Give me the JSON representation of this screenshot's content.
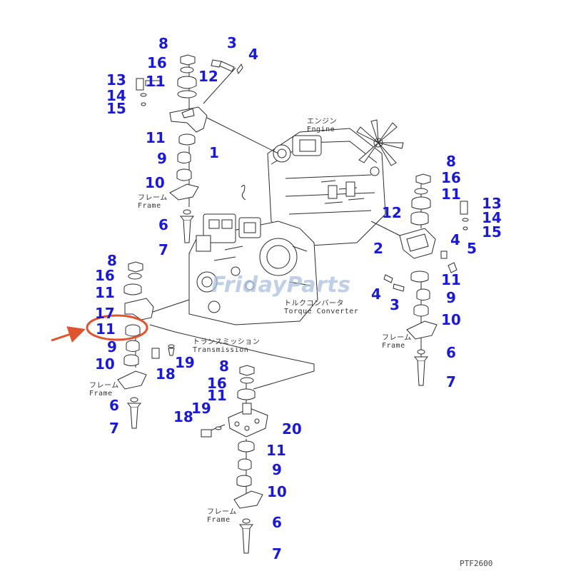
{
  "watermark": "FridayParts",
  "drawing_ref": "PTF2600",
  "colors": {
    "callout": "#1a1ad6",
    "highlight": "#e0532d",
    "linework": "#2b2b2b",
    "watermark": "#a9bfe0"
  },
  "labels": {
    "engine_jp": "エンジン",
    "engine_en": "Engine",
    "torque_jp": "トルクコンバータ",
    "torque_en": "Torque Converter",
    "trans_jp": "トランスミッション",
    "trans_en": "Transmission",
    "frame_jp": "フレーム",
    "frame_en": "Frame"
  },
  "callouts": {
    "tl_8": "8",
    "tl_16": "16",
    "tl_13": "13",
    "tl_11a": "11",
    "tl_12": "12",
    "tl_14": "14",
    "tl_15": "15",
    "tl_3": "3",
    "tl_4": "4",
    "tl_11b": "11",
    "tl_1": "1",
    "tl_9": "9",
    "tl_10": "10",
    "tl_6": "6",
    "tl_7": "7",
    "tr_8": "8",
    "tr_16": "16",
    "tr_11a": "11",
    "tr_13": "13",
    "tr_12": "12",
    "tr_14": "14",
    "tr_15": "15",
    "tr_2": "2",
    "tr_4a": "4",
    "tr_5": "5",
    "tr_11b": "11",
    "tr_4b": "4",
    "tr_9": "9",
    "tr_3": "3",
    "tr_10": "10",
    "tr_6": "6",
    "tr_7": "7",
    "ml_8": "8",
    "ml_16": "16",
    "ml_11a": "11",
    "ml_17": "17",
    "ml_11b": "11",
    "ml_9": "9",
    "ml_10": "10",
    "ml_18": "18",
    "ml_19": "19",
    "ml_6": "6",
    "ml_7": "7",
    "bc_8": "8",
    "bc_16": "16",
    "bc_11a": "11",
    "bc_19": "19",
    "bc_18": "18",
    "bc_20": "20",
    "bc_11b": "11",
    "bc_9": "9",
    "bc_10": "10",
    "bc_6": "6",
    "bc_7": "7"
  }
}
